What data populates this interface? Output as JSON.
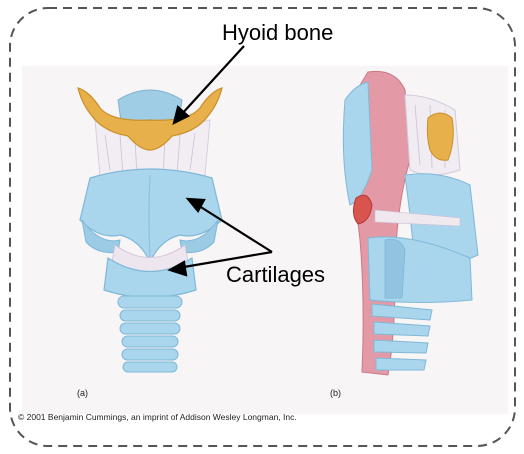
{
  "labels": {
    "hyoid": "Hyoid bone",
    "cartilages": "Cartilages"
  },
  "subfigures": {
    "a": "(a)",
    "b": "(b)"
  },
  "copyright": "© 2001 Benjamin Cummings, an imprint of Addison Wesley Longman, Inc.",
  "colors": {
    "border": "#555555",
    "panel": "#f6f4f4",
    "cartilage": "#a9d6ec",
    "cartilage_dark": "#7fb8d8",
    "bone": "#e8b04a",
    "muscle": "#e39aa6",
    "membrane": "#f0ecf2"
  }
}
